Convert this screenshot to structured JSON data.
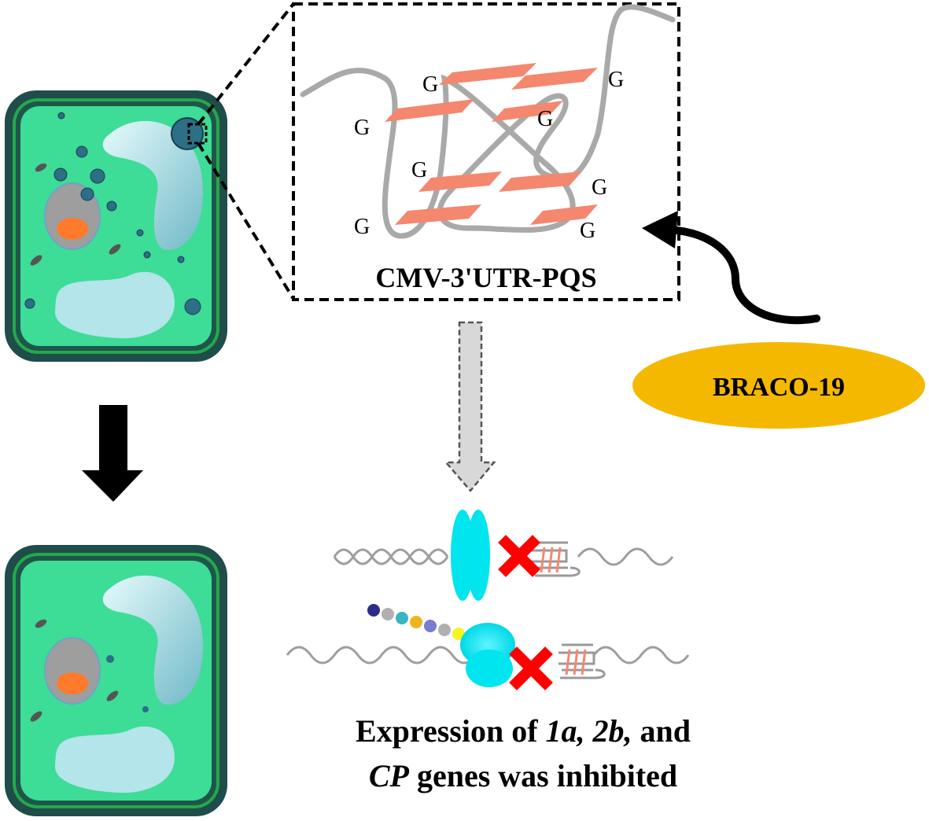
{
  "labels": {
    "structure_name": "CMV-3'UTR-PQS",
    "drug": "BRACO-19",
    "guanine": "G",
    "caption_line1_a": "Expression of ",
    "caption_line1_b": "1a, 2b,",
    "caption_line1_c": " and",
    "caption_line2_a": "CP",
    "caption_line2_b": " genes was inhibited"
  },
  "colors": {
    "cell_wall": "#1e4d4a",
    "cell_membrane": "#2ca02c",
    "cytoplasm": "#3ddc97",
    "nucleus": "#9e9e9e",
    "nucleolus": "#ff7a2a",
    "vacuole": "#b3e5ea",
    "quartet_plane": "#f4876e",
    "rna_strand": "#a9a9a9",
    "ribosome": "#00e5ee",
    "inhibition_cross": "#ff0000",
    "drug_ellipse": "#f5b800",
    "arrow": "#000000"
  },
  "peptide_bead_colors": [
    "#2b2c8c",
    "#b0b0b0",
    "#37b5c1",
    "#f0b51c",
    "#7b7bd1",
    "#b0b0b0",
    "#f5f51f"
  ]
}
